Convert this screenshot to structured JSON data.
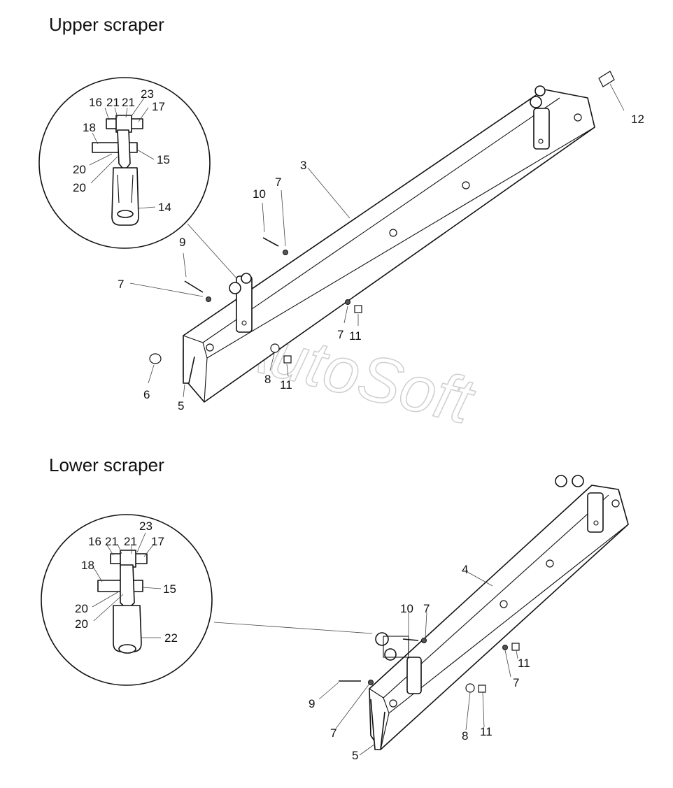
{
  "sections": {
    "upper_title": "Upper scraper",
    "lower_title": "Lower scraper"
  },
  "watermark": "AutoSoft",
  "upper_labels": {
    "l16": "16",
    "l21a": "21",
    "l21b": "21",
    "l23": "23",
    "l17": "17",
    "l18": "18",
    "l15": "15",
    "l20a": "20",
    "l20b": "20",
    "l14": "14",
    "l3": "3",
    "l12": "12",
    "l10": "10",
    "l7a": "7",
    "l9": "9",
    "l7b": "7",
    "l7c": "7",
    "l11a": "11",
    "l6": "6",
    "l8": "8",
    "l11b": "11",
    "l5": "5"
  },
  "lower_labels": {
    "l23": "23",
    "l16": "16",
    "l21a": "21",
    "l21b": "21",
    "l17": "17",
    "l18": "18",
    "l15": "15",
    "l20a": "20",
    "l20b": "20",
    "l22": "22",
    "l4": "4",
    "l10": "10",
    "l7a": "7",
    "l11a": "11",
    "l7b": "7",
    "l9": "9",
    "l7c": "7",
    "l8": "8",
    "l11b": "11",
    "l5": "5"
  },
  "colors": {
    "line": "#111111",
    "watermark": "#cfcfcf",
    "background": "#ffffff"
  }
}
